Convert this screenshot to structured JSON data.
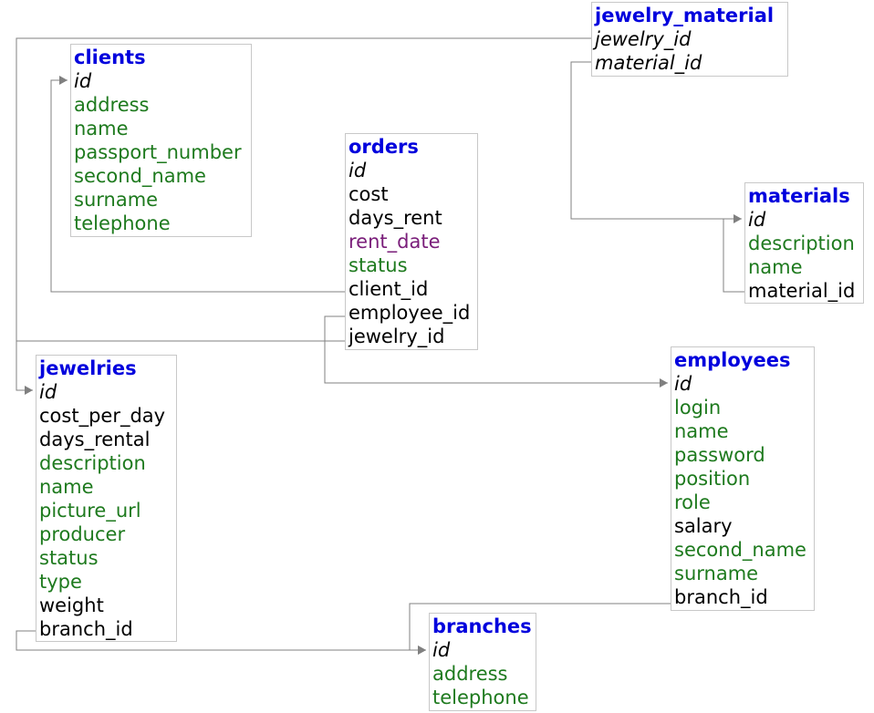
{
  "colors": {
    "title": "#0000dd",
    "key": "#000000",
    "text_field": "#1e7a1e",
    "numeric_field": "#000000",
    "date_field": "#7a1e7a",
    "border": "#c8c8c8",
    "connector": "#808080"
  },
  "tables": [
    {
      "id": "jewelry_material",
      "title": "jewelry_material",
      "fields": [
        {
          "name": "jewelry_id",
          "kind": "key"
        },
        {
          "name": "material_id",
          "kind": "key"
        }
      ]
    },
    {
      "id": "clients",
      "title": "clients",
      "fields": [
        {
          "name": "id",
          "kind": "key"
        },
        {
          "name": "address",
          "kind": "text"
        },
        {
          "name": "name",
          "kind": "text"
        },
        {
          "name": "passport_number",
          "kind": "text"
        },
        {
          "name": "second_name",
          "kind": "text"
        },
        {
          "name": "surname",
          "kind": "text"
        },
        {
          "name": "telephone",
          "kind": "text"
        }
      ]
    },
    {
      "id": "orders",
      "title": "orders",
      "fields": [
        {
          "name": "id",
          "kind": "key"
        },
        {
          "name": "cost",
          "kind": "numeric"
        },
        {
          "name": "days_rent",
          "kind": "numeric"
        },
        {
          "name": "rent_date",
          "kind": "date"
        },
        {
          "name": "status",
          "kind": "text"
        },
        {
          "name": "client_id",
          "kind": "numeric"
        },
        {
          "name": "employee_id",
          "kind": "numeric"
        },
        {
          "name": "jewelry_id",
          "kind": "numeric"
        }
      ]
    },
    {
      "id": "materials",
      "title": "materials",
      "fields": [
        {
          "name": "id",
          "kind": "key"
        },
        {
          "name": "description",
          "kind": "text"
        },
        {
          "name": "name",
          "kind": "text"
        },
        {
          "name": "material_id",
          "kind": "numeric"
        }
      ]
    },
    {
      "id": "jewelries",
      "title": "jewelries",
      "fields": [
        {
          "name": "id",
          "kind": "key"
        },
        {
          "name": "cost_per_day",
          "kind": "numeric"
        },
        {
          "name": "days_rental",
          "kind": "numeric"
        },
        {
          "name": "description",
          "kind": "text"
        },
        {
          "name": "name",
          "kind": "text"
        },
        {
          "name": "picture_url",
          "kind": "text"
        },
        {
          "name": "producer",
          "kind": "text"
        },
        {
          "name": "status",
          "kind": "text"
        },
        {
          "name": "type",
          "kind": "text"
        },
        {
          "name": "weight",
          "kind": "numeric"
        },
        {
          "name": "branch_id",
          "kind": "numeric"
        }
      ]
    },
    {
      "id": "employees",
      "title": "employees",
      "fields": [
        {
          "name": "id",
          "kind": "key"
        },
        {
          "name": "login",
          "kind": "text"
        },
        {
          "name": "name",
          "kind": "text"
        },
        {
          "name": "password",
          "kind": "text"
        },
        {
          "name": "position",
          "kind": "text"
        },
        {
          "name": "role",
          "kind": "text"
        },
        {
          "name": "salary",
          "kind": "numeric"
        },
        {
          "name": "second_name",
          "kind": "text"
        },
        {
          "name": "surname",
          "kind": "text"
        },
        {
          "name": "branch_id",
          "kind": "numeric"
        }
      ]
    },
    {
      "id": "branches",
      "title": "branches",
      "fields": [
        {
          "name": "id",
          "kind": "key"
        },
        {
          "name": "address",
          "kind": "text"
        },
        {
          "name": "telephone",
          "kind": "text"
        }
      ]
    }
  ],
  "relations": [
    {
      "from_table": "jewelry_material",
      "from_field": "jewelry_id",
      "to_table": "jewelries",
      "to_field": "id"
    },
    {
      "from_table": "jewelry_material",
      "from_field": "material_id",
      "to_table": "materials",
      "to_field": "id"
    },
    {
      "from_table": "materials",
      "from_field": "material_id",
      "to_table": "materials",
      "to_field": "id"
    },
    {
      "from_table": "orders",
      "from_field": "client_id",
      "to_table": "clients",
      "to_field": "id"
    },
    {
      "from_table": "orders",
      "from_field": "jewelry_id",
      "to_table": "jewelries",
      "to_field": "id"
    },
    {
      "from_table": "orders",
      "from_field": "employee_id",
      "to_table": "employees",
      "to_field": "id"
    },
    {
      "from_table": "jewelries",
      "from_field": "branch_id",
      "to_table": "branches",
      "to_field": "id"
    },
    {
      "from_table": "employees",
      "from_field": "branch_id",
      "to_table": "branches",
      "to_field": "id"
    }
  ]
}
